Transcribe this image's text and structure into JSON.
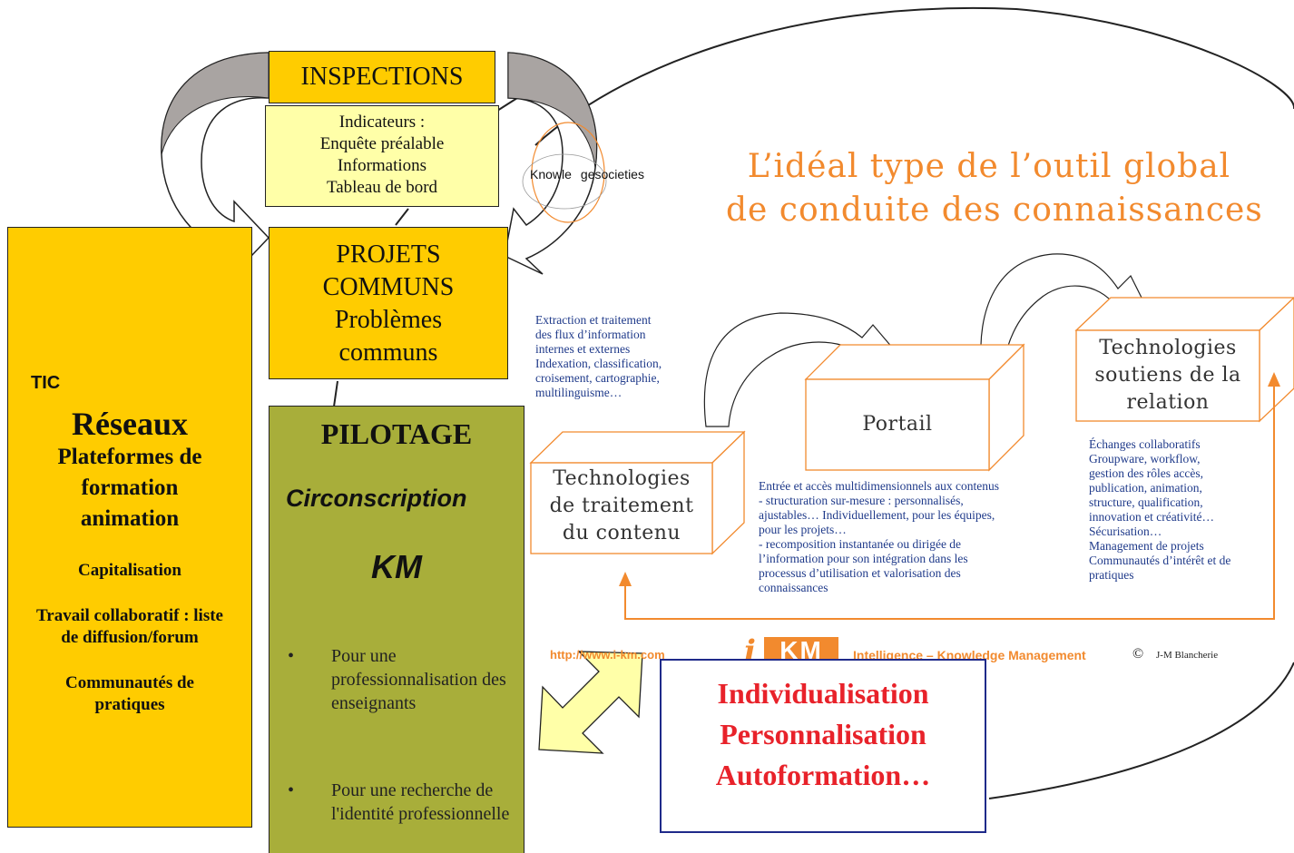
{
  "inspections": {
    "title": "INSPECTIONS",
    "lines": [
      "Indicateurs :",
      "Enquête préalable",
      "Informations",
      "Tableau de bord"
    ]
  },
  "projets": {
    "lines": [
      "PROJETS",
      "COMMUNS",
      "Problèmes",
      "communs"
    ]
  },
  "tic": {
    "small": "TIC",
    "big": "Réseaux",
    "bold": [
      "Plateformes de",
      "formation",
      "animation"
    ],
    "items": [
      "Capitalisation",
      "Travail collaboratif : liste de diffusion/forum",
      "Communautés de pratiques"
    ]
  },
  "pilotage": {
    "title": "PILOTAGE",
    "sub1": "Circonscription",
    "sub2": "KM",
    "bullets": [
      "Pour une professionnalisation des enseignants",
      "Pour une recherche de l'identité professionnelle"
    ]
  },
  "knowledge_logo": {
    "left": "Knowle",
    "right": "gesocieties"
  },
  "main_title": {
    "line1": "L’idéal type de l’outil global",
    "line2": "de conduite des connaissances"
  },
  "cubes": {
    "contenu": "Technologies de traitement du contenu",
    "portail": "Portail",
    "relation": "Technologies soutiens de la relation"
  },
  "notes": {
    "extraction": "Extraction et traitement\ndes flux d’information\ninternes et externes\nIndexation, classification,\ncroisement, cartographie,\nmultilinguisme…",
    "portail": "Entrée et accès multidimensionnels aux contenus\n - structuration sur-mesure : personnalisés,\najustables… Individuellement, pour les équipes,\npour les projets…\n- recomposition instantanée ou dirigée de\nl’information pour son intégration dans les\nprocessus d’utilisation et valorisation des\nconnaissances",
    "relation": "Échanges collaboratifs\nGroupware, workflow,\ngestion des rôles accès,\npublication, animation,\nstructure, qualification,\ninnovation et créativité…\nSécurisation…\nManagement de projets\nCommunautés d’intérêt et de\npratiques"
  },
  "footer": {
    "url": "http://www.i-km.com",
    "logo_i": "i",
    "logo_km": "KM",
    "tagline": "Intelligence – Knowledge Management",
    "copyright": "©",
    "author": "J-M Blancherie"
  },
  "individualisation": {
    "lines": [
      "Individualisation",
      "Personnalisation",
      "Autoformation…"
    ]
  },
  "colors": {
    "yellow": "#FFCC00",
    "light_yellow": "#FFFFA8",
    "olive": "#A8AE3A",
    "orange": "#F28A2E",
    "red": "#E8222A",
    "navy": "#1F2A8A"
  }
}
